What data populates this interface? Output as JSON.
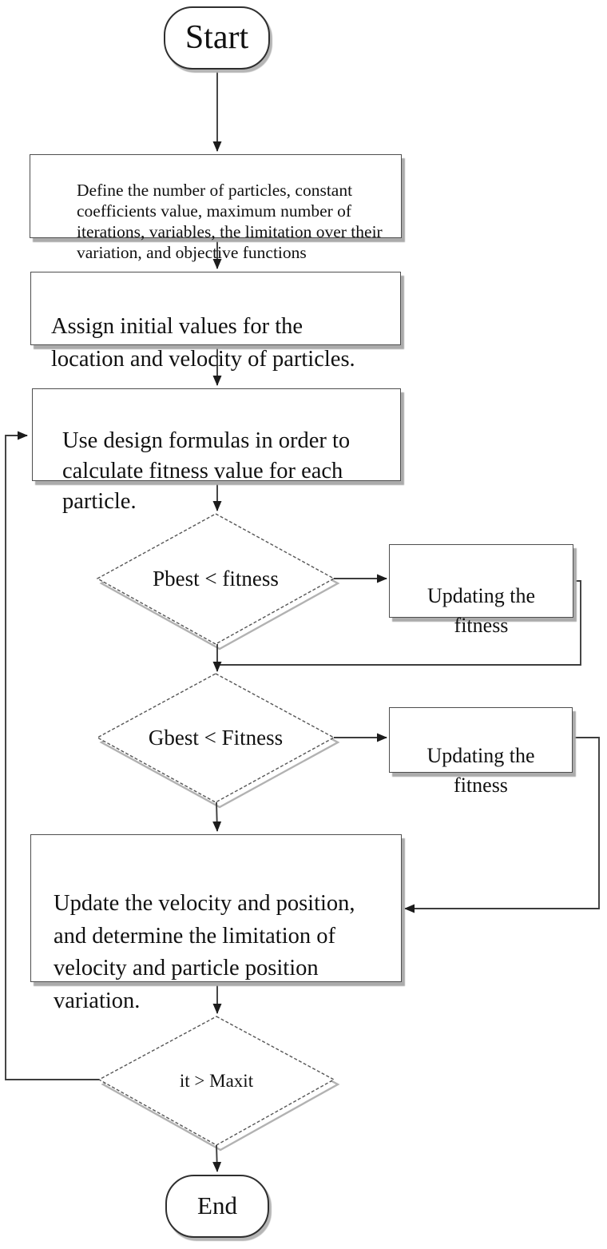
{
  "flowchart": {
    "title": "PSO algorithm flowchart",
    "nodes": {
      "start": {
        "label": "Start",
        "shape": "stadium"
      },
      "define": {
        "label": "Define the number of particles, constant\ncoefficients value, maximum number of\niterations, variables, the limitation over their\nvariation, and objective functions",
        "shape": "process"
      },
      "assign": {
        "label": "Assign initial values for the\nlocation and velocity of particles.",
        "shape": "process"
      },
      "fitness": {
        "label": "Use design formulas in order to\ncalculate fitness value for each\nparticle.",
        "shape": "process"
      },
      "pbest": {
        "label": "Pbest < fitness",
        "shape": "decision"
      },
      "updating1": {
        "label": "Updating the\nfitness",
        "shape": "process"
      },
      "gbest": {
        "label": "Gbest < Fitness",
        "shape": "decision"
      },
      "updating2": {
        "label": "Updating the\nfitness",
        "shape": "process"
      },
      "update": {
        "label": "Update the velocity and position,\nand determine the limitation of\nvelocity and particle position\nvariation.",
        "shape": "process"
      },
      "maxit": {
        "label": "it > Maxit",
        "shape": "decision"
      },
      "end": {
        "label": "End",
        "shape": "stadium"
      }
    },
    "edges": [
      "start->define",
      "define->assign",
      "assign->fitness",
      "fitness->pbest",
      "pbest->updating1",
      "updating1->gbest",
      "pbest->gbest",
      "gbest->updating2",
      "updating2->update",
      "gbest->update",
      "update->maxit",
      "maxit->fitness(loop)",
      "maxit->end"
    ],
    "colors": {
      "background": "#ffffff",
      "line": "#3d3d3d",
      "arrowhead": "#1c1c1c",
      "border": "#4e4e4e",
      "diamond_stroke": "#555555",
      "shadow": "#ababab",
      "text": "#111111"
    }
  }
}
